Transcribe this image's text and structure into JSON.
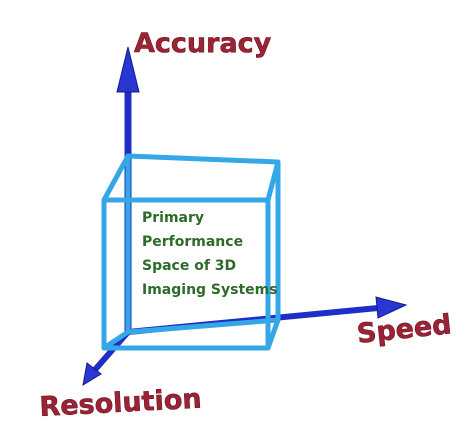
{
  "axes": {
    "accuracy": "Accuracy",
    "speed": "Speed",
    "resolution": "Resolution"
  },
  "box_text": [
    "Primary",
    "Performance",
    "Space of 3D",
    "Imaging Systems"
  ],
  "colors": {
    "axis": "#1f2ec4",
    "box_edge": "#35a7e6",
    "axis_label": "#9b2335",
    "box_text": "#2e6b2a"
  }
}
